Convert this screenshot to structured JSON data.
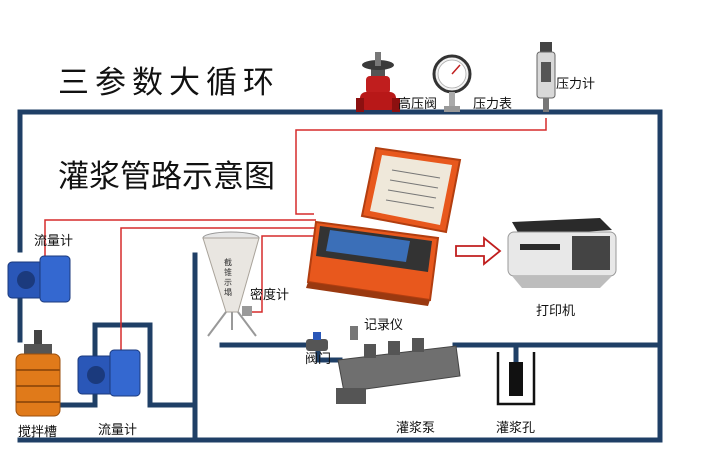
{
  "title": "三参数大循环",
  "subtitle": "灌浆管路示意图",
  "labels": {
    "high_pressure_valve": "高压阀",
    "pressure_gauge": "压力表",
    "pressure_meter": "压力计",
    "flowmeter_left": "流量计",
    "flowmeter_bottom": "流量计",
    "density_meter": "密度计",
    "recorder": "记录仪",
    "printer": "打印机",
    "valve": "阀门",
    "grout_pump": "灌浆泵",
    "grout_hole": "灌浆孔",
    "mixing_tank": "搅拌槽",
    "funnel_text": "截\n锥\n示\n塌"
  },
  "colors": {
    "pipe": "#1f3f66",
    "signal_wire": "#d62b2b",
    "recorder_case": "#e8581d",
    "flowmeter": "#2a57b8",
    "tank": "#e07a1a",
    "printer": "#e8e8e8"
  }
}
